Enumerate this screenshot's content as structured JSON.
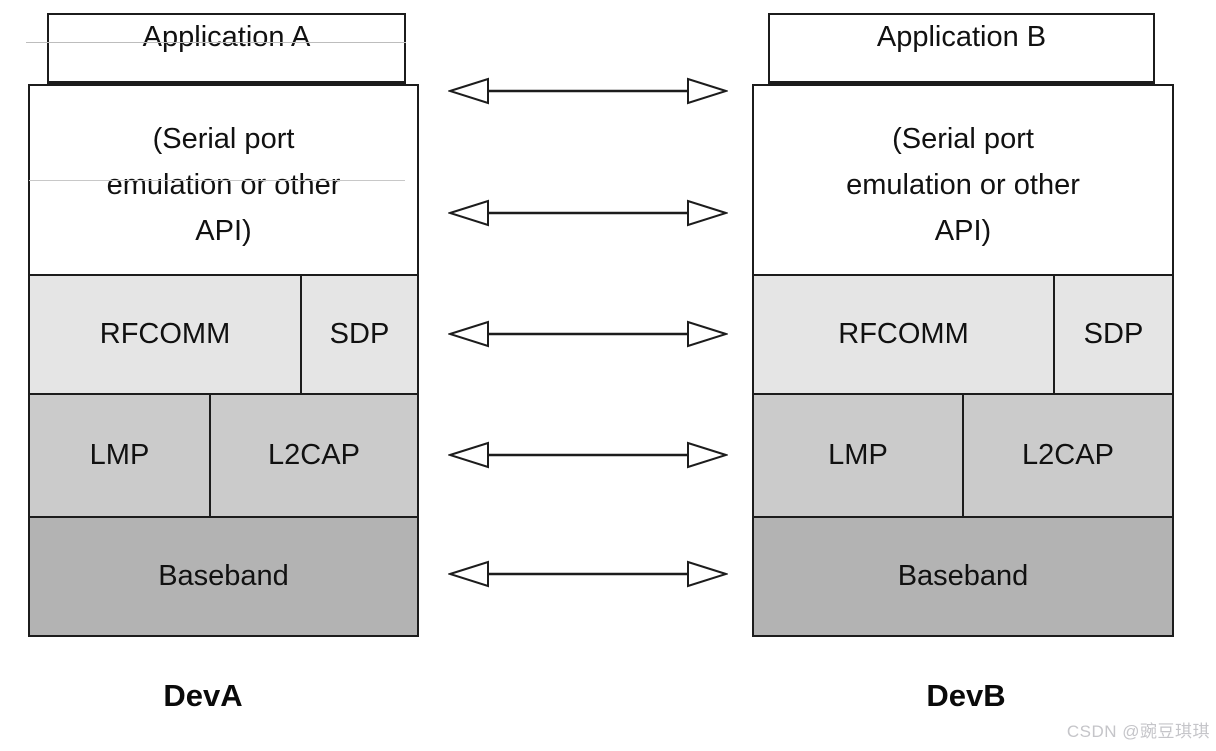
{
  "diagram": {
    "type": "protocol-stack-comparison",
    "devices": [
      {
        "application_label": "Application A",
        "api_line1": "(Serial port",
        "api_line2": "emulation or other",
        "api_line3": "API)",
        "rfcomm_label": "RFCOMM",
        "sdp_label": "SDP",
        "lmp_label": "LMP",
        "l2cap_label": "L2CAP",
        "baseband_label": "Baseband",
        "device_label": "DevA"
      },
      {
        "application_label": "Application B",
        "api_line1": "(Serial port",
        "api_line2": "emulation or other",
        "api_line3": "API)",
        "rfcomm_label": "RFCOMM",
        "sdp_label": "SDP",
        "lmp_label": "LMP",
        "l2cap_label": "L2CAP",
        "baseband_label": "Baseband",
        "device_label": "DevB"
      }
    ],
    "arrows": {
      "count": 5,
      "style": "double-headed-hollow"
    },
    "colors": {
      "box_background": "#ffffff",
      "rfcomm_row": "#e5e5e5",
      "lmp_row": "#cbcbcb",
      "baseband_row": "#b3b3b3",
      "border": "#1c1c1c",
      "text": "#111111",
      "watermark": "#c5c5c9"
    }
  },
  "watermark": {
    "text": "CSDN @豌豆琪琪"
  }
}
